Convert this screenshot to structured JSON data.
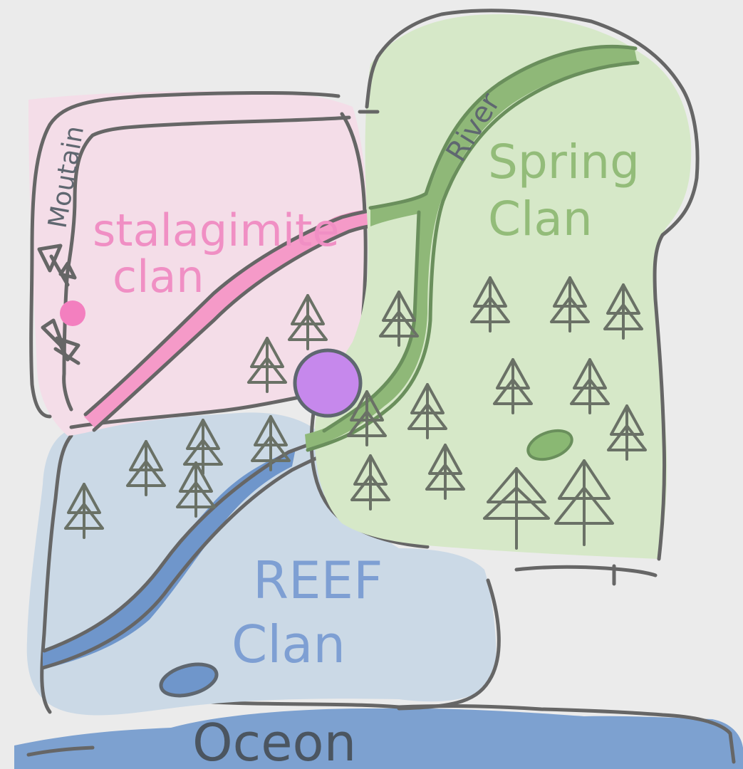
{
  "map": {
    "regions": {
      "stalagmite": {
        "name_line1": "stalagimite",
        "name_line2": "clan",
        "color": "#f4dde8",
        "label_color": "#f08fc4"
      },
      "spring": {
        "name_line1": "Spring",
        "name_line2": "Clan",
        "color": "#d6e8c8",
        "label_color": "#93bc79"
      },
      "reef": {
        "name_line1": "REEF",
        "name_line2": "Clan",
        "color": "#cbd9e6",
        "label_color": "#7e9fd3"
      }
    },
    "features": {
      "mountain_label": "Moutain",
      "river_label": "River",
      "ocean_label": "Oceon",
      "ocean_color": "#7da1d0",
      "reef_river_color": "#6f96cb",
      "spring_river_color": "#8fb878",
      "pink_river_color": "#f59ac8",
      "meeting_point_color": "#c688ec",
      "small_marker_color": "#f37fbf",
      "spring_pond_color": "#8ab873",
      "reef_pond_color": "#6f96cb"
    },
    "icons": {
      "tree": "tree-icon",
      "meeting_point": "circle-marker-icon",
      "mountain_marker": "mountain-peak-icon"
    }
  }
}
